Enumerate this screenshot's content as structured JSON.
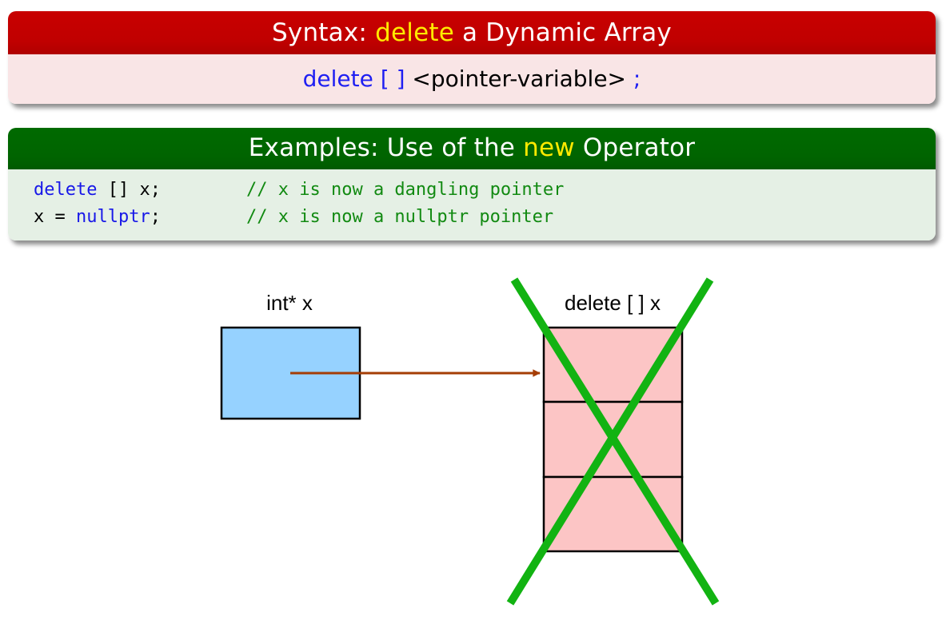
{
  "syntax_block": {
    "title_prefix": "Syntax: ",
    "title_keyword": "delete",
    "title_suffix": " a Dynamic Array",
    "body_keyword": "delete [ ]",
    "body_placeholder": " <pointer-variable> ",
    "body_terminator": ";"
  },
  "examples_block": {
    "title_prefix": "Examples: Use of the ",
    "title_keyword": "new",
    "title_suffix": " Operator",
    "lines": [
      {
        "kw": "delete",
        "plain": " [] x;",
        "comment": "// x is now a dangling pointer"
      },
      {
        "plain_before": "x = ",
        "kw": "nullptr",
        "plain": ";",
        "comment": "// x is now a nullptr pointer"
      }
    ]
  },
  "diagram": {
    "pointer_label": "int* x",
    "array_label": "delete [ ] x",
    "array_cells": 3,
    "colors": {
      "pointer_box": "#96d2ff",
      "array_cells": "#fcc5c5",
      "arrow": "#a53d05",
      "cross": "#12b312"
    }
  }
}
